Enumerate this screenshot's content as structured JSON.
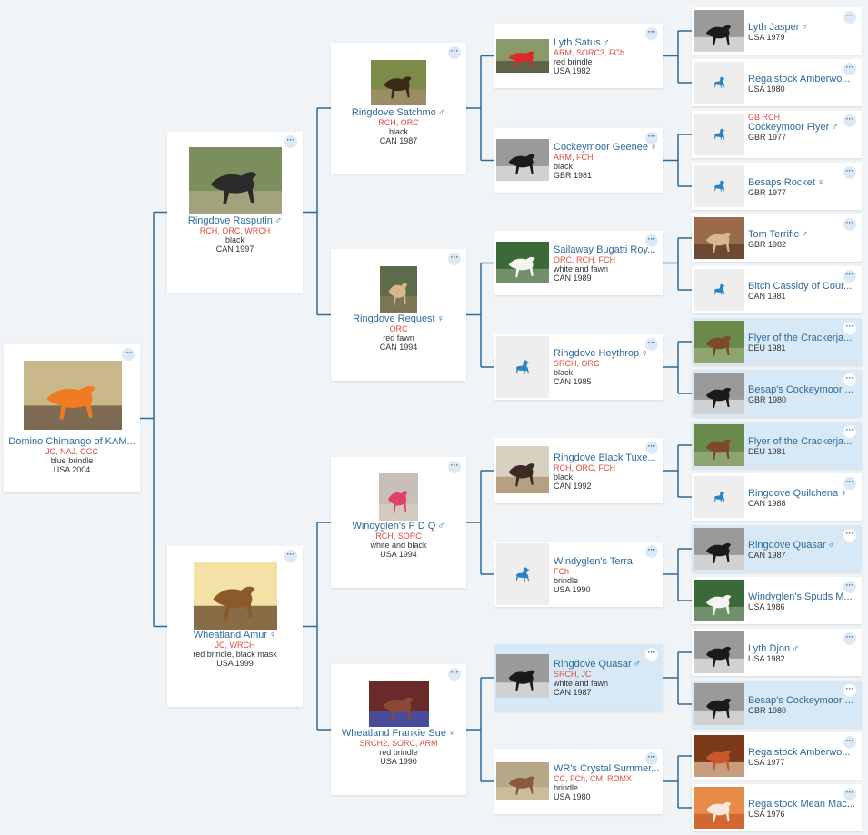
{
  "dogs": {
    "root": {
      "name": "Domino Chimango of KAM...",
      "sex": "",
      "titles": "JC, NAJ, CGC",
      "color": "blue brindle",
      "origin": "USA 2004",
      "photo": "photo-dog-agility"
    },
    "g1a": {
      "name": "Ringdove Rasputin",
      "sex": "♂",
      "titles": "RCH, ORC, WRCH",
      "color": "black",
      "origin": "CAN 1997",
      "photo": "photo-black-dog"
    },
    "g1b": {
      "name": "Wheatland Amur",
      "sex": "♀",
      "titles": "JC, WRCH",
      "color": "red brindle, black mask",
      "origin": "USA 1999",
      "photo": "photo-brindle-dog"
    },
    "g2a": {
      "name": "Ringdove Satchmo",
      "sex": "♂",
      "titles": "RCH, ORC",
      "color": "black",
      "origin": "CAN 1987",
      "photo": "photo-dog-show"
    },
    "g2b": {
      "name": "Ringdove Request",
      "sex": "♀",
      "titles": "ORC",
      "color": "red fawn",
      "origin": "CAN 1994",
      "photo": "photo-fawn-dog"
    },
    "g2c": {
      "name": "Windyglen's P D Q",
      "sex": "♂",
      "titles": "RCH, SORC",
      "color": "white and black",
      "origin": "USA 1994",
      "photo": "photo-dog-handler"
    },
    "g2d": {
      "name": "Wheatland Frankie Sue",
      "sex": "♀",
      "titles": "SRCH2, SORC, ARM",
      "color": "red brindle",
      "origin": "USA 1990",
      "photo": "photo-dog-award"
    },
    "g3a": {
      "name": "Lyth Satus",
      "sex": "♂",
      "titles": "ARM, SORC3, FCh",
      "color": "red brindle",
      "origin": "USA 1982",
      "photo": "photo-racing-dog"
    },
    "g3b": {
      "name": "Cockeymoor Geenee",
      "sex": "♀",
      "titles": "ARM, FCH",
      "color": "black",
      "origin": "GBR 1981",
      "photo": "photo-bw-dog"
    },
    "g3c": {
      "name": "Sailaway Bugatti Roy...",
      "sex": "",
      "titles": "ORC, RCH, FCH",
      "color": "white and fawn",
      "origin": "CAN 1989",
      "photo": "photo-white-dog"
    },
    "g3d": {
      "name": "Ringdove Heythrop",
      "sex": "♀",
      "titles": "SRCH, ORC",
      "color": "black",
      "origin": "CAN 1985",
      "photo": ""
    },
    "g3e": {
      "name": "Ringdove Black Tuxe...",
      "sex": "",
      "titles": "RCH, ORC, FCH",
      "color": "black",
      "origin": "CAN 1992",
      "photo": "photo-show-dog"
    },
    "g3f": {
      "name": "Windyglen's Terra",
      "sex": "",
      "titles": "FCh",
      "color": "brindle",
      "origin": "USA 1990",
      "photo": ""
    },
    "g3g": {
      "name": "Ringdove Quasar",
      "sex": "♂",
      "titles": "SRCH, JC",
      "color": "white and fawn",
      "origin": "CAN 1987",
      "photo": "photo-bw-dog"
    },
    "g3h": {
      "name": "WR's Crystal Summer...",
      "sex": "",
      "titles": "CC, FCh, CM, ROMX",
      "color": "brindle",
      "origin": "USA 1980",
      "photo": "photo-field-dog"
    },
    "g4a": {
      "name": "Lyth Jasper",
      "sex": "♂",
      "titles": "",
      "color": "",
      "origin": "USA 1979",
      "photo": "photo-bw-dog"
    },
    "g4b": {
      "name": "Regalstock Amberwo...",
      "sex": "",
      "titles": "",
      "color": "",
      "origin": "USA 1980",
      "photo": ""
    },
    "g4c": {
      "name": "Cockeymoor Flyer",
      "sex": "♂",
      "titles": "GB RCH",
      "color": "",
      "origin": "GBR 1977",
      "photo": ""
    },
    "g4d": {
      "name": "Besaps Rocket",
      "sex": "♀",
      "titles": "",
      "color": "",
      "origin": "GBR 1977",
      "photo": ""
    },
    "g4e": {
      "name": "Tom Terrific",
      "sex": "♂",
      "titles": "",
      "color": "",
      "origin": "GBR 1982",
      "photo": "photo-tan-dog"
    },
    "g4f": {
      "name": "Bitch Cassidy of Cour...",
      "sex": "",
      "titles": "",
      "color": "",
      "origin": "CAN 1981",
      "photo": ""
    },
    "g4g": {
      "name": "Flyer of the Crackerja...",
      "sex": "",
      "titles": "",
      "color": "",
      "origin": "DEU 1981",
      "photo": "photo-brindle-field"
    },
    "g4h": {
      "name": "Besap's Cockeymoor ...",
      "sex": "",
      "titles": "",
      "color": "",
      "origin": "GBR 1980",
      "photo": "photo-bw-dog"
    },
    "g4i": {
      "name": "Flyer of the Crackerja...",
      "sex": "",
      "titles": "",
      "color": "",
      "origin": "DEU 1981",
      "photo": "photo-brindle-field"
    },
    "g4j": {
      "name": "Ringdove Quilchena",
      "sex": "♀",
      "titles": "",
      "color": "",
      "origin": "CAN 1988",
      "photo": ""
    },
    "g4k": {
      "name": "Ringdove Quasar",
      "sex": "♂",
      "titles": "",
      "color": "",
      "origin": "CAN 1987",
      "photo": "photo-bw-dog"
    },
    "g4l": {
      "name": "Windyglen's Spuds M...",
      "sex": "",
      "titles": "",
      "color": "",
      "origin": "USA 1986",
      "photo": "photo-white-dog"
    },
    "g4m": {
      "name": "Lyth Djon",
      "sex": "♂",
      "titles": "",
      "color": "",
      "origin": "USA 1982",
      "photo": "photo-bw-dog"
    },
    "g4n": {
      "name": "Besap's Cockeymoor ...",
      "sex": "",
      "titles": "",
      "color": "",
      "origin": "GBR 1980",
      "photo": "photo-bw-dog"
    },
    "g4o": {
      "name": "Regalstock Amberwo...",
      "sex": "",
      "titles": "",
      "color": "",
      "origin": "USA 1977",
      "photo": "photo-red-dog"
    },
    "g4p": {
      "name": "Regalstock Mean Mac...",
      "sex": "",
      "titles": "",
      "color": "",
      "origin": "USA 1976",
      "photo": "photo-orange-dog"
    }
  },
  "ui": {
    "more_label": "···",
    "placeholder_icon": "greyhound-silhouette-icon"
  },
  "colors": {
    "name": "#2d6a9c",
    "titles": "#e04b3c",
    "line": "#2d6a9c",
    "highlight": "#d7e8f6",
    "background": "#f1f4f7"
  }
}
